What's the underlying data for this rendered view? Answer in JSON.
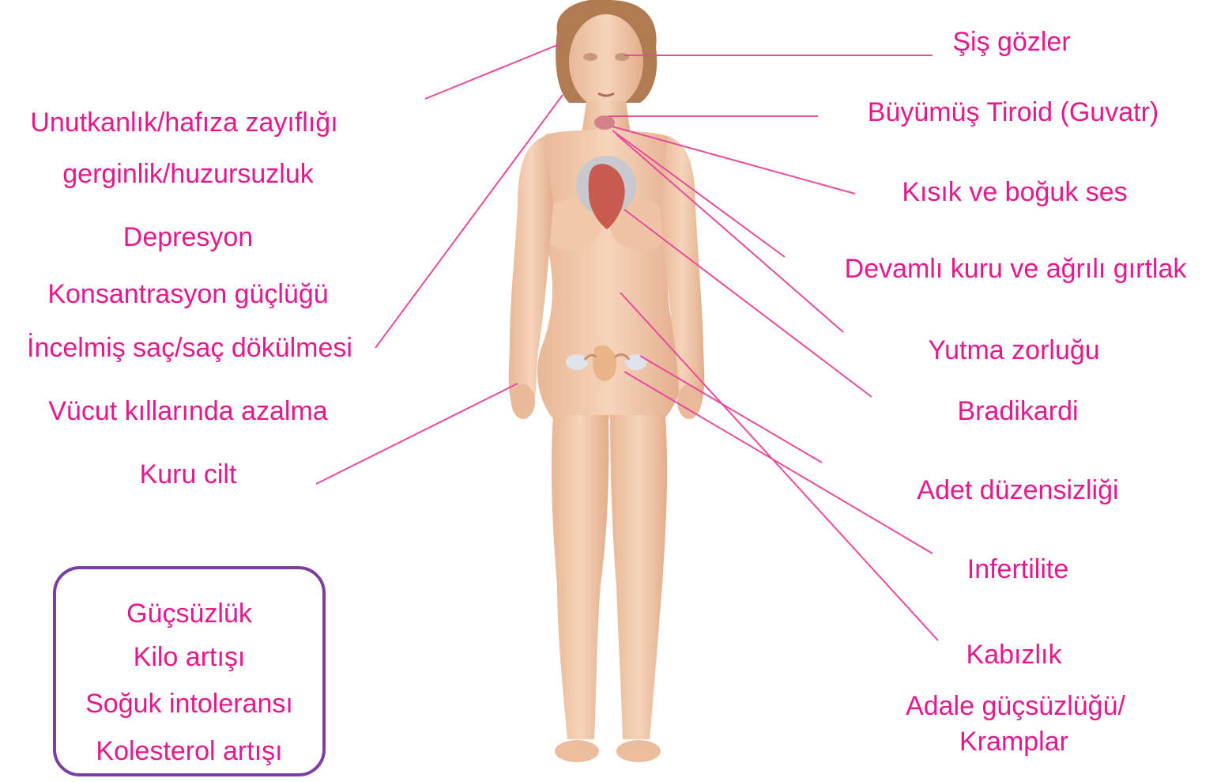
{
  "colors": {
    "label": "#e6198c",
    "leader_line": "#e84a9c",
    "box_border": "#7b3fa0",
    "skin": "#f1c7a8"
  },
  "left_labels": [
    "Unutkanlık/hafıza zayıflığı",
    "gerginlik/huzursuzluk",
    "Depresyon",
    "Konsantrasyon güçlüğü",
    "İncelmiş saç/saç dökülmesi",
    "Vücut kıllarında azalma",
    "Kuru cilt"
  ],
  "right_labels": [
    "Şiş gözler",
    "Büyümüş Tiroid (Guvatr)",
    "Kısık ve boğuk ses",
    "Devamlı kuru ve ağrılı gırtlak",
    "Yutma zorluğu",
    "Bradikardi",
    "Adet düzensizliği",
    "Infertilite",
    "Kabızlık",
    "Adale güçsüzlüğü/",
    "Kramplar"
  ],
  "box_items": [
    "Güçsüzlük",
    "Kilo artışı",
    "Soğuk intoleransı",
    "Kolesterol artışı"
  ]
}
